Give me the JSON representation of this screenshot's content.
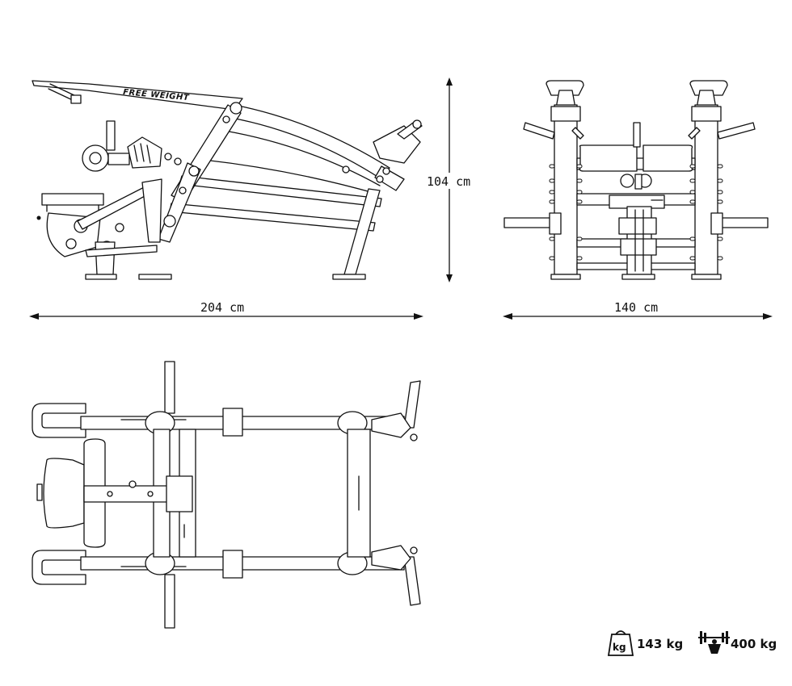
{
  "brand_label": "FREE WEIGHT",
  "dimensions": {
    "height": "104  cm",
    "length": "204  cm",
    "width": "140  cm"
  },
  "specs": {
    "weight_unit_icon": "kg",
    "machine_weight": "143 kg",
    "max_load": "400 kg"
  },
  "icons": [
    "weight-bag-icon",
    "barbell-load-icon"
  ]
}
